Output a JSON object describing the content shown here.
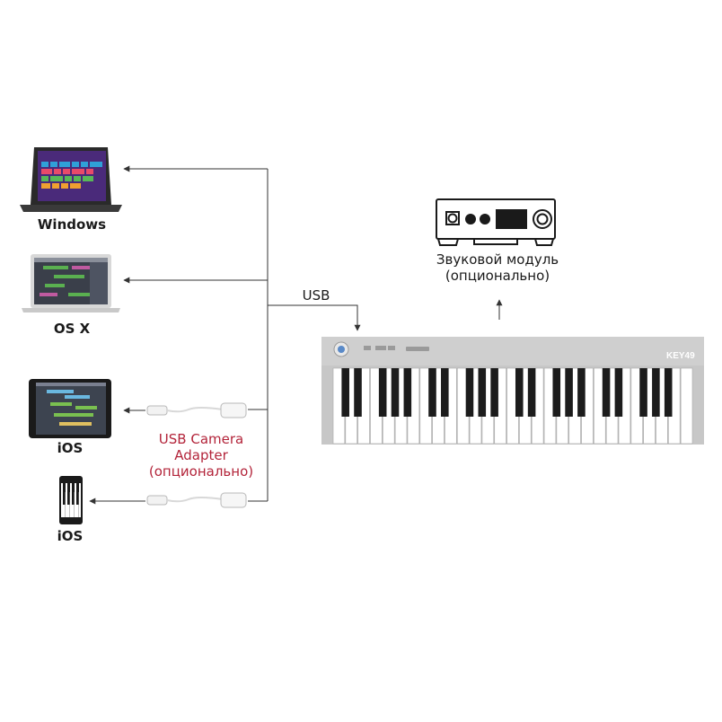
{
  "devices": {
    "windows": {
      "label": "Windows"
    },
    "osx": {
      "label": "OS X"
    },
    "ipad": {
      "label": "iOS"
    },
    "iphone": {
      "label": "iOS"
    }
  },
  "sound_module": {
    "line1": "Звуковой модуль",
    "line2": "(опционально)"
  },
  "usb_label": "USB",
  "adapter": {
    "line1": "USB Camera",
    "line2": "Adapter",
    "line3": "(опционально)"
  },
  "keyboard": {
    "brand": "KEY49"
  },
  "colors": {
    "line": "#333333",
    "accent_text": "#b3243a",
    "keyboard_body": "#cfcfcf",
    "key_black": "#1c1c1c"
  }
}
